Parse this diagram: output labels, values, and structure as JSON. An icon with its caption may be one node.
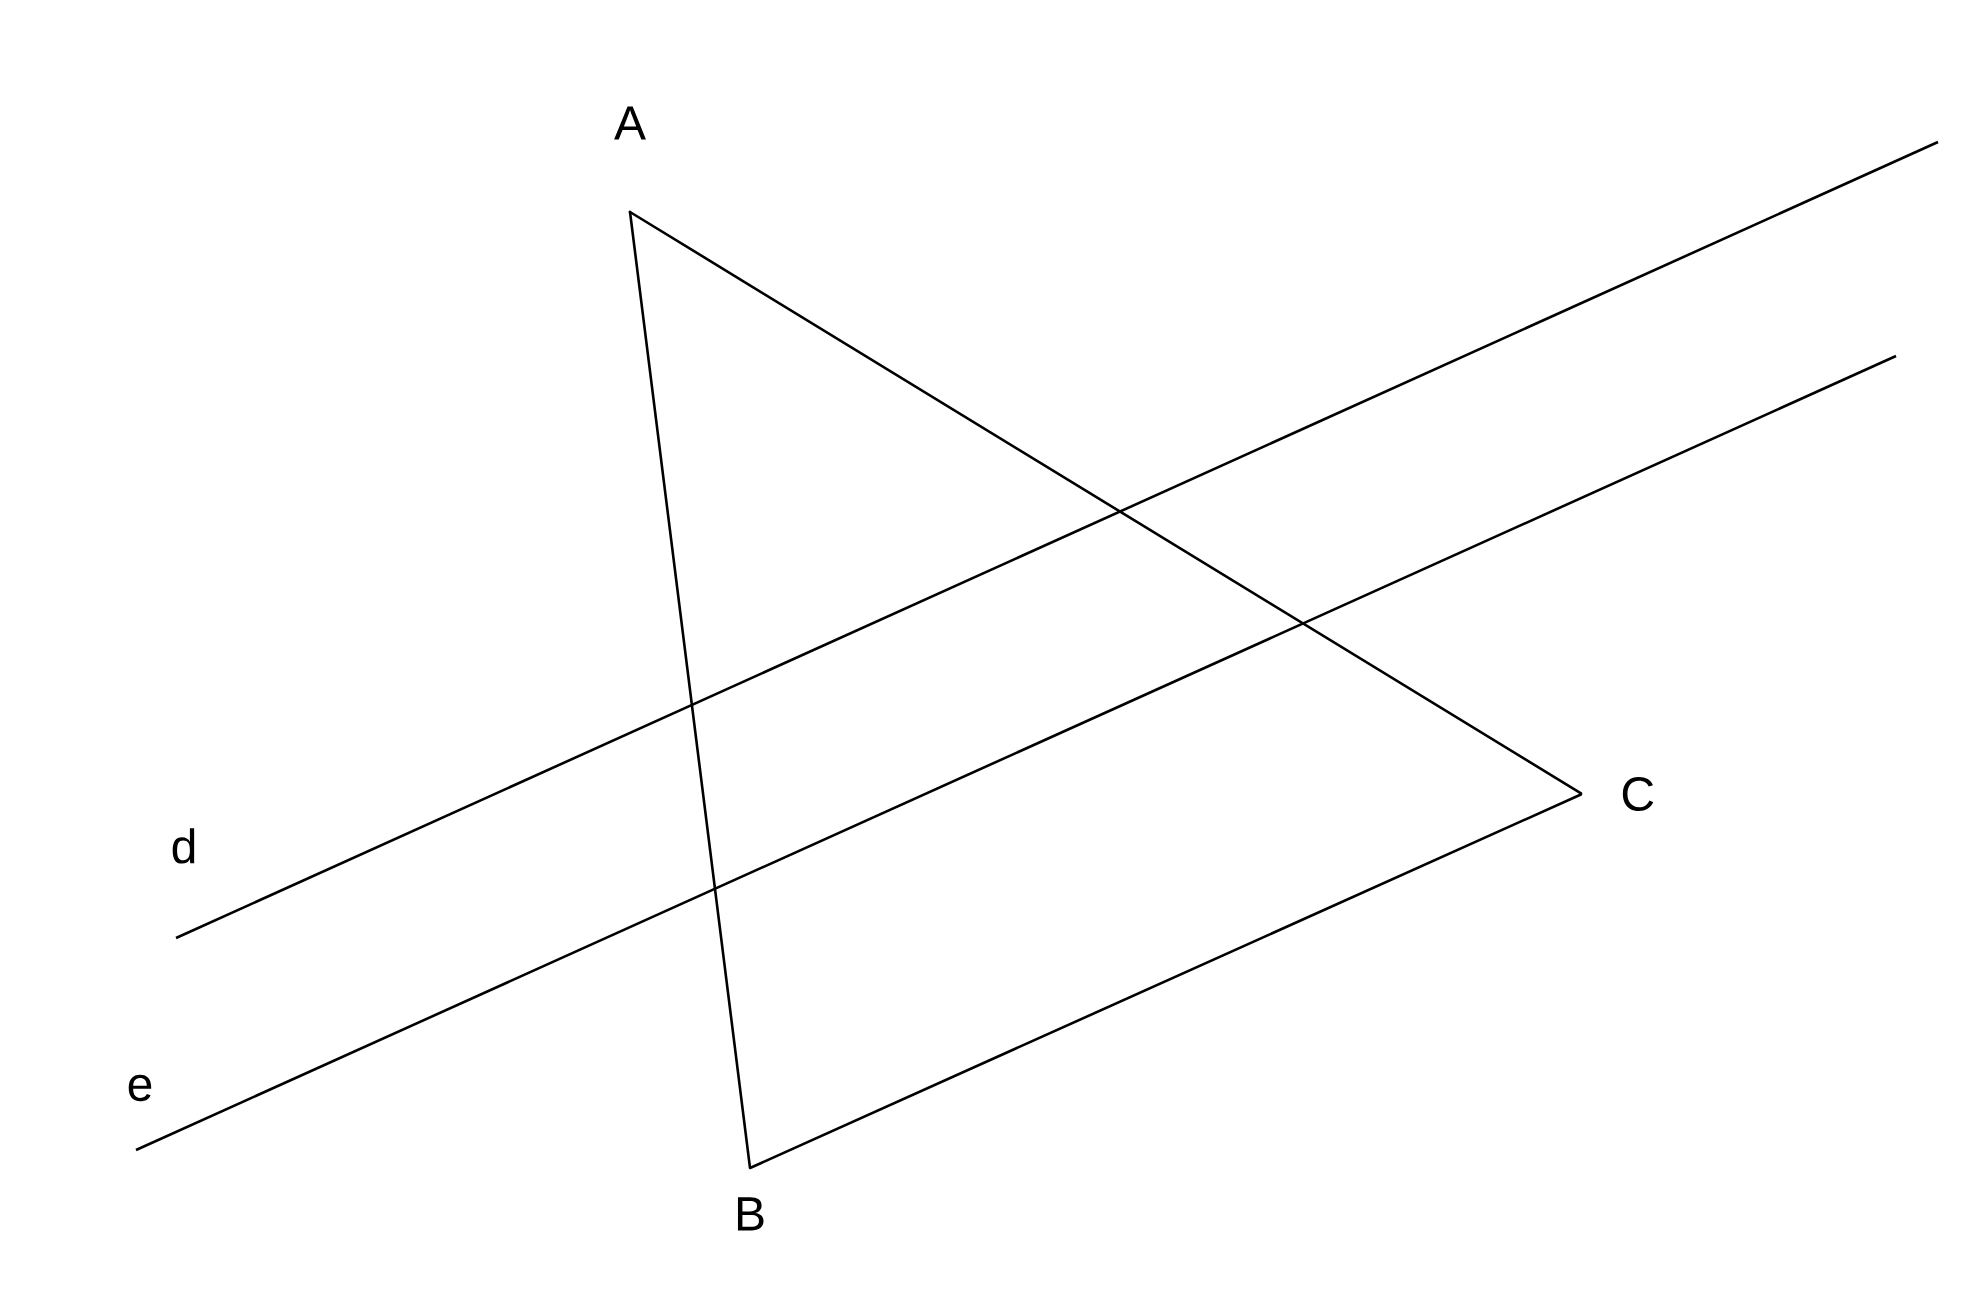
{
  "diagram": {
    "nodes": [
      {
        "text": [
          "A"
        ]
      },
      {
        "text": [
          "B"
        ]
      },
      {
        "text": [
          "C"
        ]
      }
    ],
    "edges": [
      {
        "from": 0,
        "to": 1,
        "arrow": "none"
      },
      {
        "from": 0,
        "to": 2,
        "arrow": "none"
      },
      {
        "from": 1,
        "to": 2,
        "arrow": "none"
      }
    ],
    "labels": [
      "d",
      "e"
    ]
  }
}
